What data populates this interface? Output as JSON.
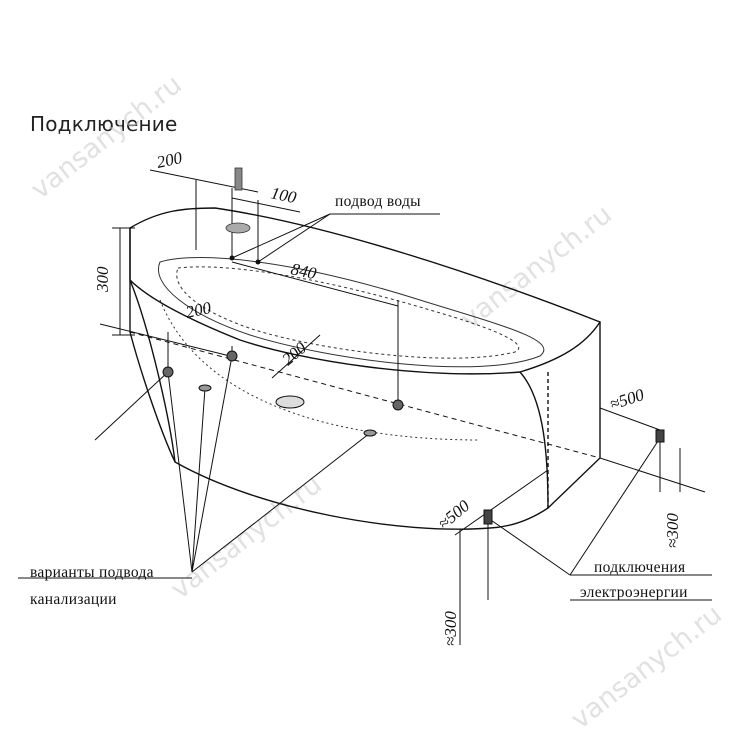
{
  "title": "Подключение",
  "dimensions": {
    "d200_top": "200",
    "d100": "100",
    "d840": "840",
    "d300_height": "300",
    "d200_mid": "200",
    "d200_side": "200",
    "d500_right": "≈500",
    "d500_bottom": "≈500",
    "d300_right": "≈300",
    "d300_bottom": "≈300"
  },
  "labels": {
    "water_supply": "подвод воды",
    "drain_line1": "варианты подвода",
    "drain_line2": "канализации",
    "power_line1": "подключения",
    "power_line2": "электроэнергии"
  },
  "watermark": "vansanych.ru",
  "colors": {
    "line": "#111111",
    "watermark": "#c9c9c9",
    "fixture": "#555555"
  }
}
